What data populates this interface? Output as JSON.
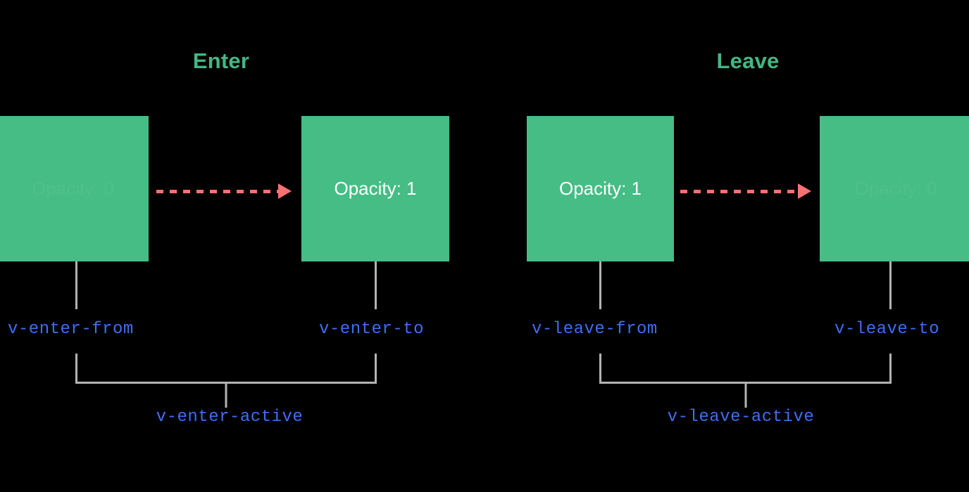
{
  "diagram": {
    "title_enter": "Enter",
    "title_leave": "Leave",
    "colors": {
      "background": "#000000",
      "box_green": "#45bd85",
      "title_green": "#42b883",
      "arrow_coral": "#fb7171",
      "code_blue": "#3f6ef0",
      "connector_gray": "#b3b3b3",
      "label_white": "#ffffff"
    },
    "sections": [
      {
        "name": "enter",
        "title": "Enter",
        "boxes": [
          {
            "state": "from",
            "opacity_text": "Opacity: 0",
            "visible": "faded"
          },
          {
            "state": "to",
            "opacity_text": "Opacity: 1",
            "visible": "opaque"
          }
        ],
        "class_labels": [
          "v-enter-from",
          "v-enter-to"
        ],
        "active_label": "v-enter-active"
      },
      {
        "name": "leave",
        "title": "Leave",
        "boxes": [
          {
            "state": "from",
            "opacity_text": "Opacity: 1",
            "visible": "opaque"
          },
          {
            "state": "to",
            "opacity_text": "Opacity: 0",
            "visible": "faded"
          }
        ],
        "class_labels": [
          "v-leave-from",
          "v-leave-to"
        ],
        "active_label": "v-leave-active"
      }
    ]
  }
}
